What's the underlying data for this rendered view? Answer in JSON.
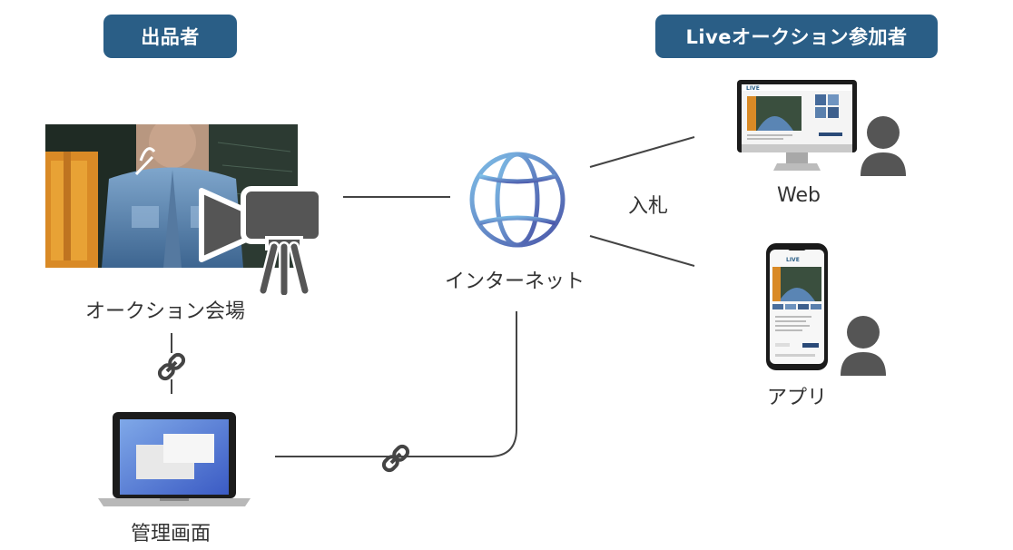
{
  "badges": {
    "seller": "出品者",
    "participants": "Liveオークション参加者"
  },
  "labels": {
    "venue": "オークション会場",
    "internet": "インターネット",
    "bid": "入札",
    "web": "Web",
    "app": "アプリ",
    "admin": "管理画面"
  },
  "screen_logo": "LIVE",
  "colors": {
    "badge_bg": "#2a5e86",
    "globe_start": "#7fc0e8",
    "globe_end": "#4a55a8",
    "icon_gray": "#555555",
    "line": "#444444"
  },
  "icons": [
    "link-icon",
    "globe-icon",
    "video-camera-icon",
    "person-icon",
    "laptop-icon",
    "desktop-monitor-icon",
    "smartphone-icon"
  ]
}
